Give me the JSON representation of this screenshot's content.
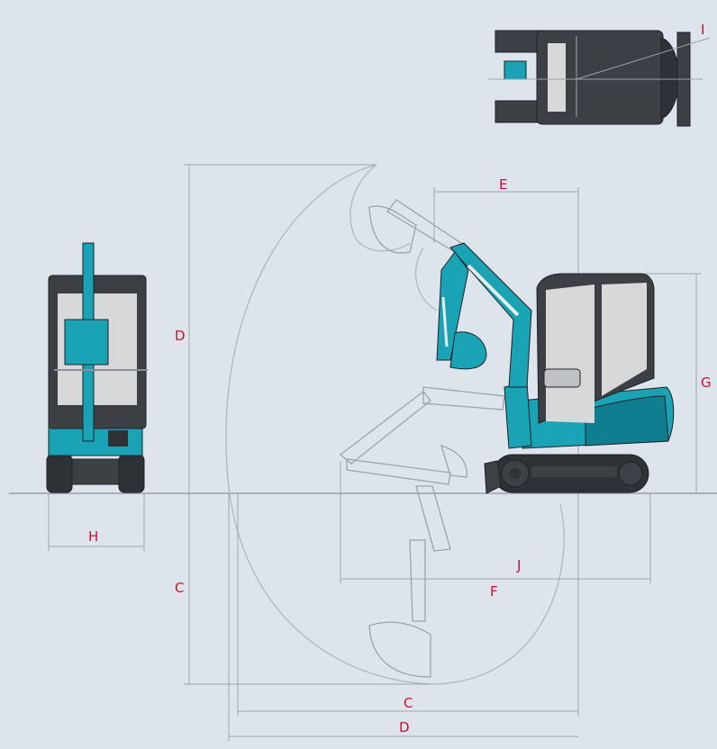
{
  "background_color": "#dde4ec",
  "machine_colors": {
    "body": "#1aa3b5",
    "body_dark": "#0f7f8f",
    "cab_frame": "#3c3f44",
    "glass": "#d7d8da",
    "track": "#2e3135",
    "outline": "#1f2226"
  },
  "label_color": "#c8102e",
  "dimension_labels": {
    "I": "I",
    "E": "E",
    "D_vertical": "D",
    "G": "G",
    "C_vertical": "C",
    "H": "H",
    "J": "J",
    "F": "F",
    "C_horizontal": "C",
    "D_horizontal": "D"
  },
  "icons": {
    "top_view": "excavator-top-view-icon",
    "front_view": "excavator-front-view-icon",
    "side_view": "excavator-side-view-icon"
  }
}
